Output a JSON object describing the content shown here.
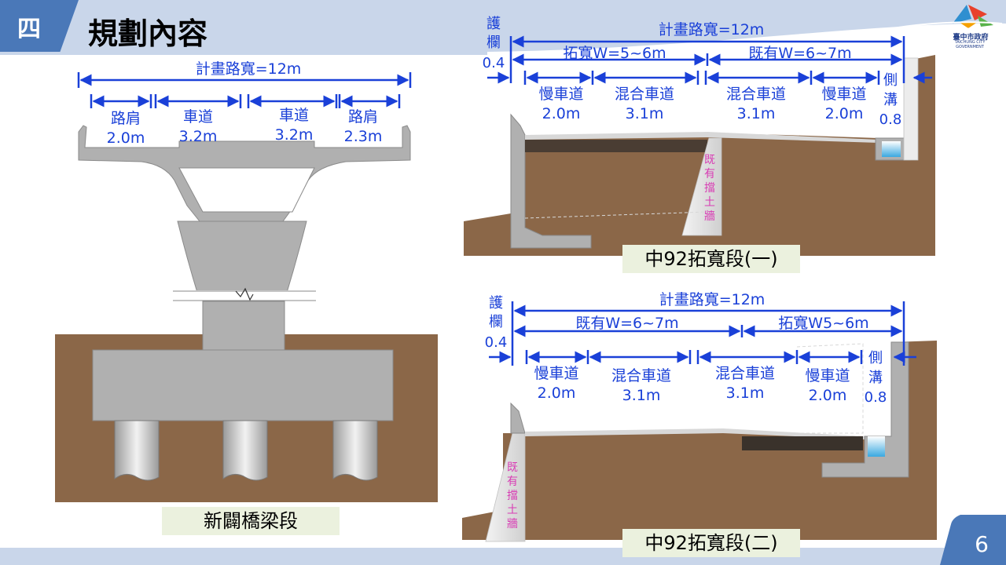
{
  "header": {
    "section_number": "四",
    "title": "規劃內容",
    "logo_name": "臺中市政府",
    "logo_sub": "TAICHUNG CITY GOVERNMENT"
  },
  "footer": {
    "page_number": "6"
  },
  "colors": {
    "dim_blue": "#1a40d8",
    "header_blue": "#4a78b8",
    "header_light": "#c9d6ea",
    "soil": "#8b6748",
    "concrete": "#b0b0b0",
    "caption_bg": "#ebf1de",
    "retaining_wall_text": "#d83cb4"
  },
  "bridge": {
    "total": "計畫路寬=12m",
    "lanes": [
      {
        "name": "路肩",
        "width": "2.0m"
      },
      {
        "name": "車道",
        "width": "3.2m"
      },
      {
        "name": "車道",
        "width": "3.2m"
      },
      {
        "name": "路肩",
        "width": "2.3m"
      }
    ],
    "caption": "新闢橋梁段"
  },
  "section1": {
    "guard_label_1": "護",
    "guard_label_2": "欄",
    "guard_width": "0.4",
    "total": "計畫路寬=12m",
    "widen": "拓寬W=5~6m",
    "existing": "既有W=6~7m",
    "lanes": [
      {
        "name": "慢車道",
        "width": "2.0m"
      },
      {
        "name": "混合車道",
        "width": "3.1m"
      },
      {
        "name": "混合車道",
        "width": "3.1m"
      },
      {
        "name": "慢車道",
        "width": "2.0m"
      }
    ],
    "ditch_1": "側",
    "ditch_2": "溝",
    "ditch_width": "0.8",
    "wall_chars": [
      "既",
      "有",
      "擋",
      "土",
      "牆"
    ],
    "caption": "中92拓寬段(一)"
  },
  "section2": {
    "guard_label_1": "護",
    "guard_label_2": "欄",
    "guard_width": "0.4",
    "total": "計畫路寬=12m",
    "existing": "既有W=6~7m",
    "widen": "拓寬W5~6m",
    "lanes": [
      {
        "name": "慢車道",
        "width": "2.0m"
      },
      {
        "name": "混合車道",
        "width": "3.1m"
      },
      {
        "name": "混合車道",
        "width": "3.1m"
      },
      {
        "name": "慢車道",
        "width": "2.0m"
      }
    ],
    "ditch_1": "側",
    "ditch_2": "溝",
    "ditch_width": "0.8",
    "wall_chars": [
      "既",
      "有",
      "擋",
      "土",
      "牆"
    ],
    "caption": "中92拓寬段(二)"
  }
}
